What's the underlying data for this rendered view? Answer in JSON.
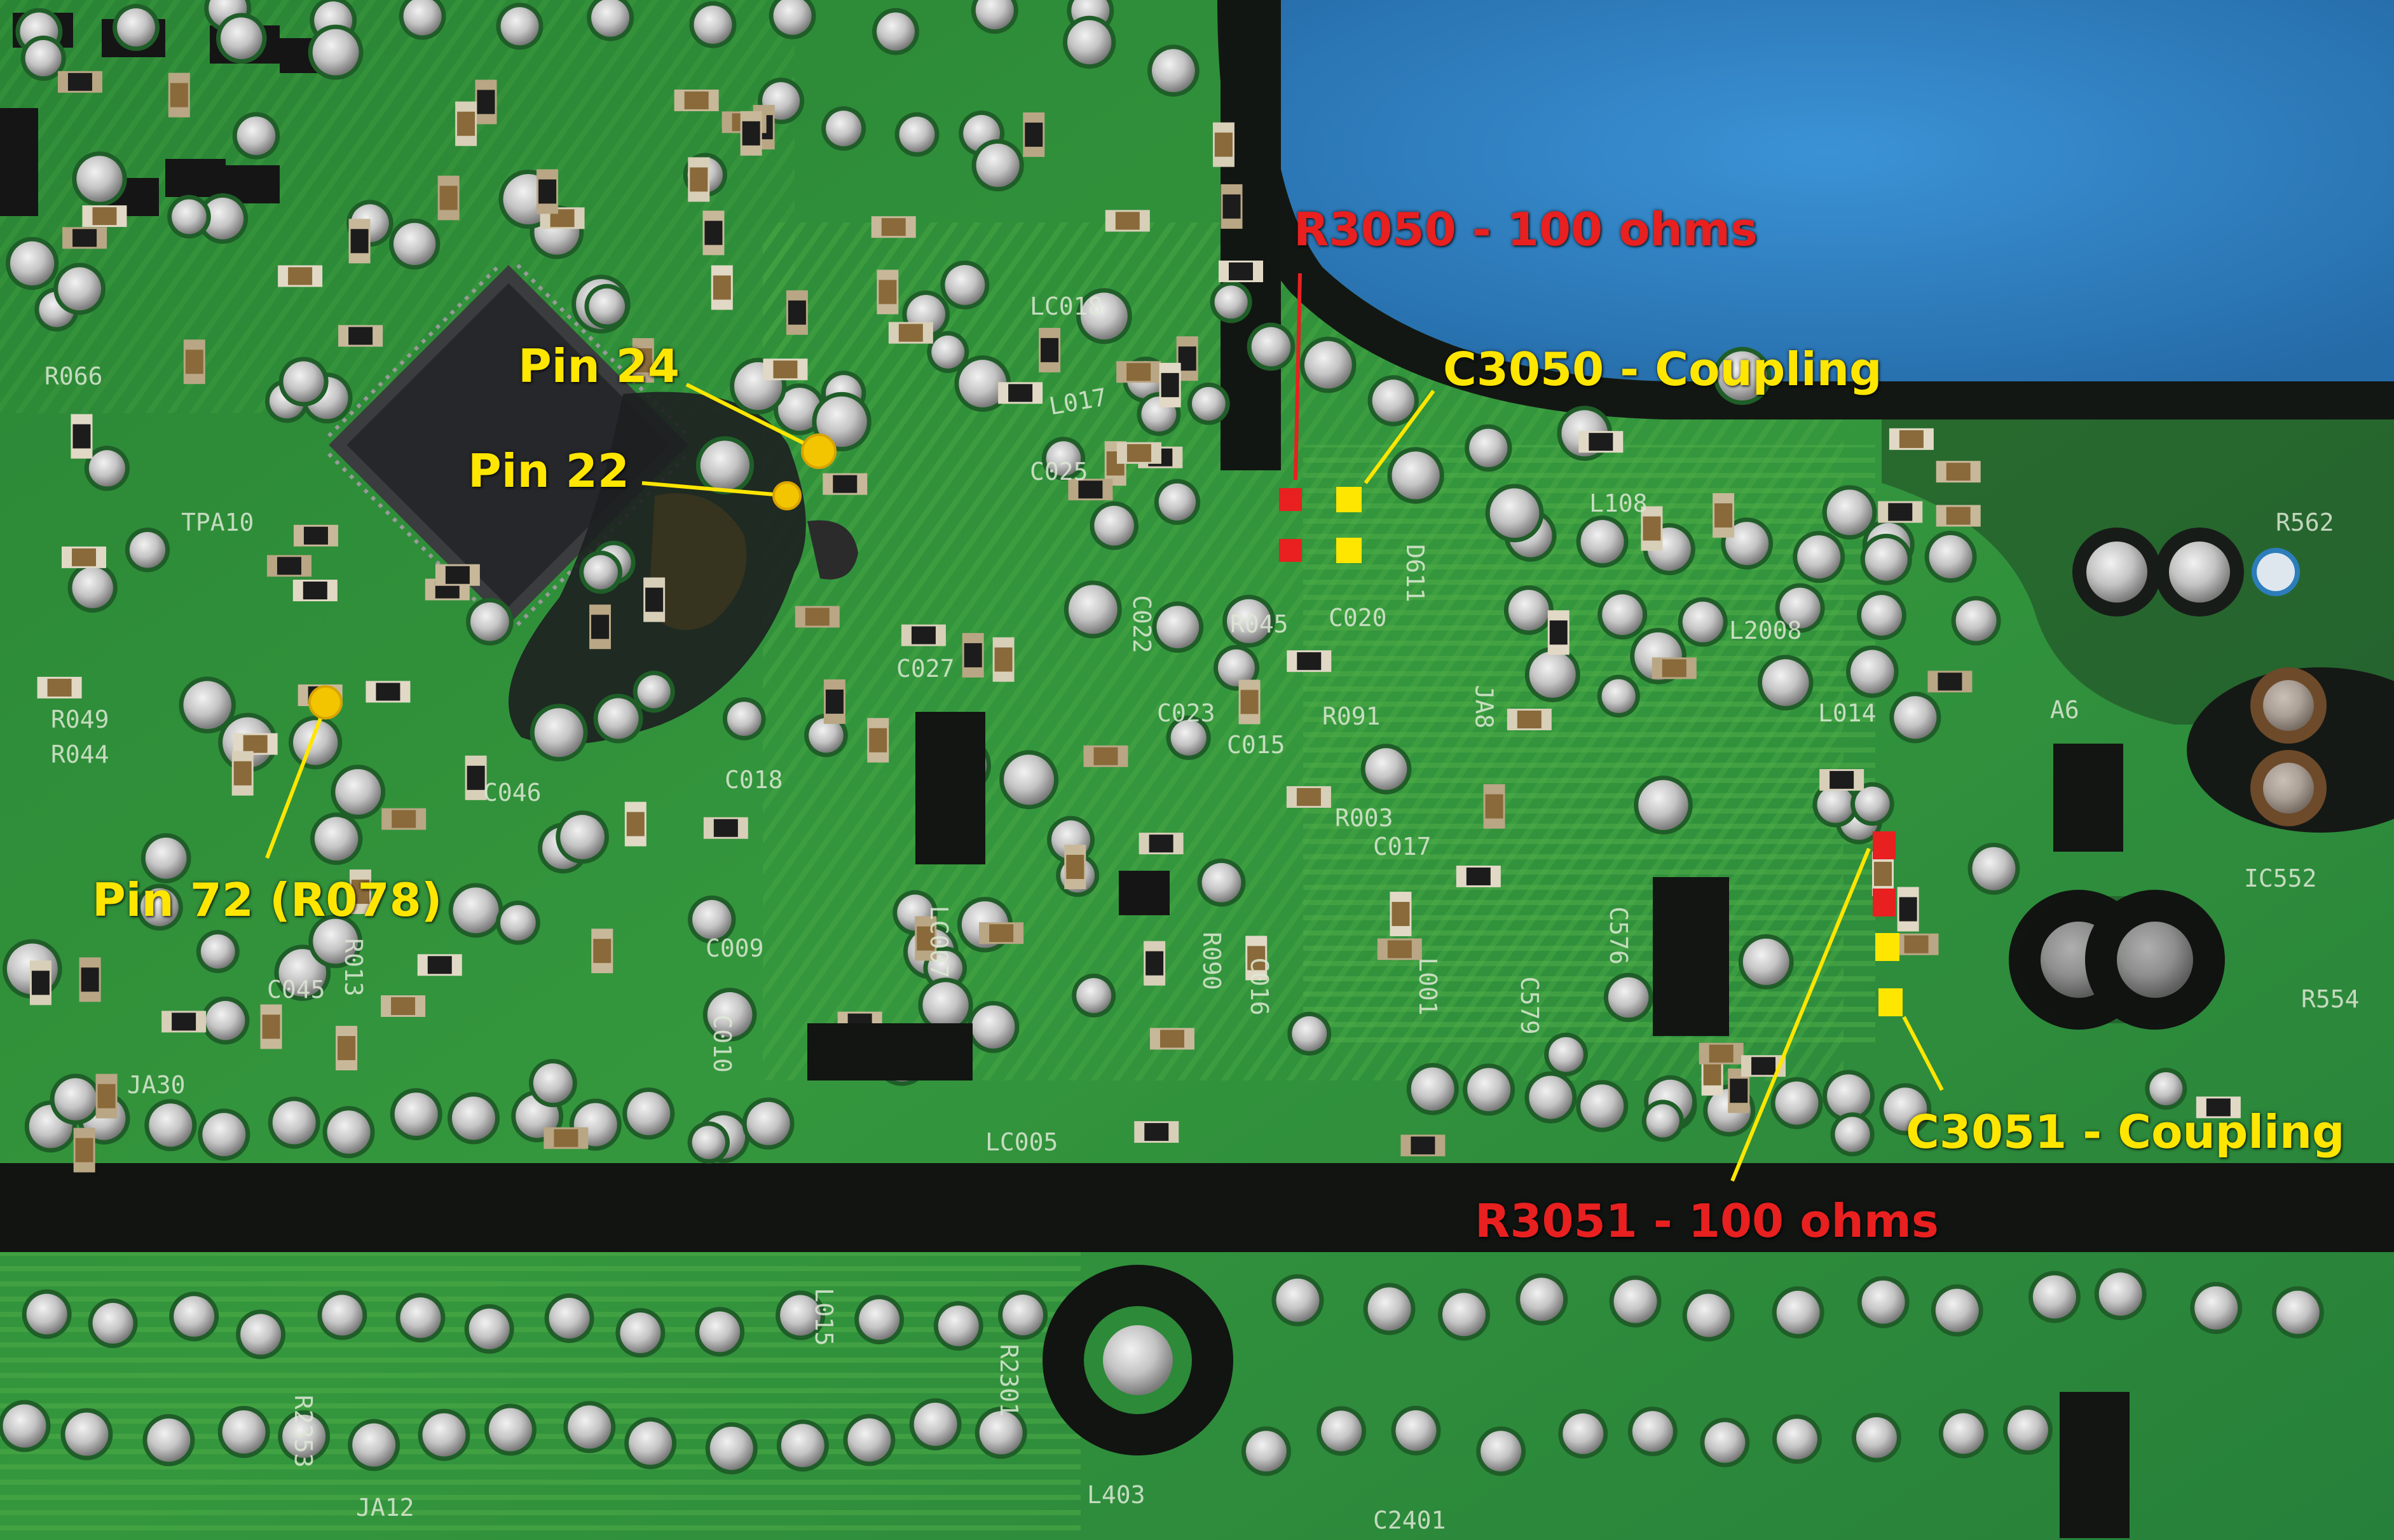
{
  "colors": {
    "board_green": "#2f8f3a",
    "board_dark": "#1d5e26",
    "trace_light": "#5bb84f",
    "mask_black": "#111511",
    "cutout_blue": "#2f7fc0",
    "solder": "#c9c9c9",
    "chip": "#26282a",
    "annotation_red": "#e82020",
    "annotation_yellow": "#ffe600",
    "pin_marker_yellow": "#f2c500"
  },
  "annotations": {
    "pin24": "Pin 24",
    "pin22": "Pin 22",
    "pin72": "Pin 72 (R078)",
    "r3050": "R3050 - 100 ohms",
    "c3050": "C3050 - Coupling",
    "r3051": "R3051 - 100 ohms",
    "c3051": "C3051 - Coupling"
  },
  "silkscreen": {
    "lc018": "LC018",
    "l017": "L017",
    "l108": "L108",
    "r562": "R562",
    "a6": "A6",
    "l014": "L014",
    "ic552": "IC552",
    "r554": "R554",
    "r045": "R045",
    "c020": "C020",
    "c023": "C023",
    "r091": "R091",
    "c015": "C015",
    "r003": "R003",
    "c017": "C017",
    "c018": "C018",
    "c009": "C009",
    "lc007": "LC007",
    "l001": "L001",
    "c579": "C579",
    "c576": "C576",
    "lc005": "LC005",
    "c045": "C045",
    "ja30": "JA30",
    "l403": "L403",
    "c2401": "C2401",
    "ja12": "JA12",
    "c025": "C025",
    "c027": "C027",
    "c022": "C022",
    "ja8": "JA8",
    "l2008": "L2008",
    "c046": "C046",
    "c010": "C010",
    "r090": "R090",
    "c016": "C016",
    "r013": "R013",
    "r044": "R044",
    "r049": "R049",
    "tpa10": "TPA10",
    "r066": "R066",
    "lc015": "L015",
    "r2301": "R2301",
    "r2353": "R2353",
    "d611": "D611"
  }
}
